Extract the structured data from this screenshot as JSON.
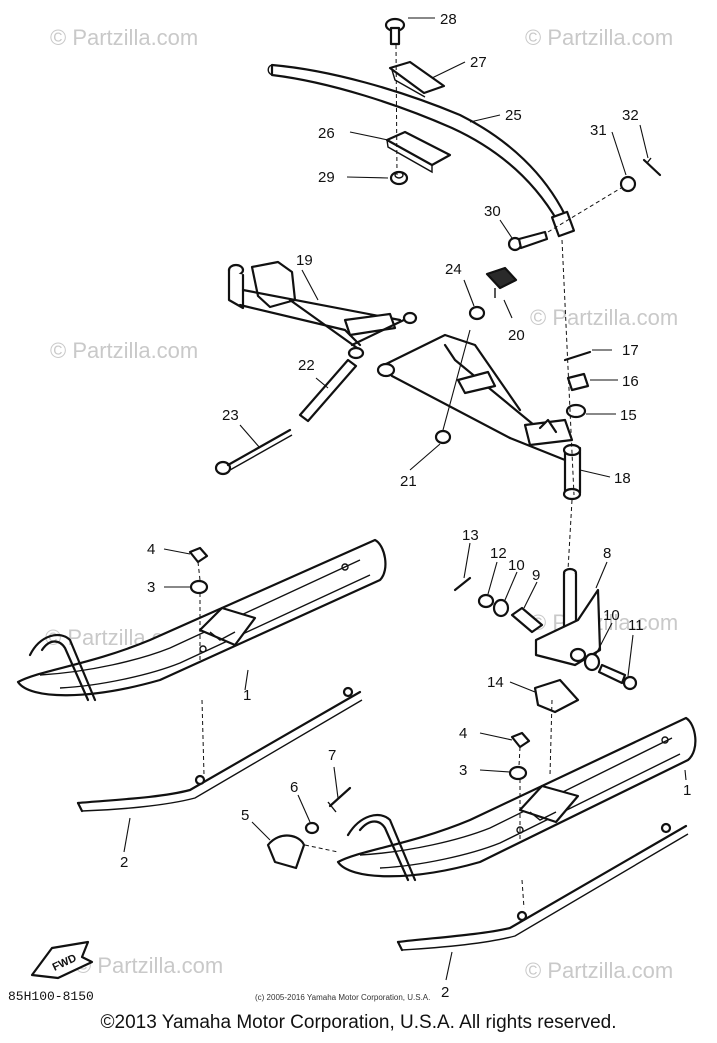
{
  "watermarks": [
    "© Partzilla.com",
    "© Partzilla.com",
    "© Partzilla.com",
    "© Partzilla.com",
    "© Partzilla.com",
    "© Partzilla.com",
    "© Partzilla.com",
    "© Partzilla.com"
  ],
  "callouts": {
    "n1a": "1",
    "n1b": "1",
    "n2a": "2",
    "n2b": "2",
    "n3a": "3",
    "n3b": "3",
    "n4a": "4",
    "n4b": "4",
    "n5": "5",
    "n6": "6",
    "n7": "7",
    "n8": "8",
    "n9": "9",
    "n10a": "10",
    "n10b": "10",
    "n11": "11",
    "n12": "12",
    "n13": "13",
    "n14": "14",
    "n15": "15",
    "n16": "16",
    "n17": "17",
    "n18": "18",
    "n19": "19",
    "n20": "20",
    "n21": "21",
    "n22": "22",
    "n23": "23",
    "n24": "24",
    "n25": "25",
    "n26": "26",
    "n27": "27",
    "n28": "28",
    "n29": "29",
    "n30": "30",
    "n31": "31",
    "n32": "32"
  },
  "fwd_label": "FWD",
  "diagram_code": "85H100-8150",
  "small_copyright": "(c) 2005-2016 Yamaha Motor Corporation, U.S.A.",
  "copyright": "©2013 Yamaha Motor Corporation, U.S.A. All rights reserved."
}
